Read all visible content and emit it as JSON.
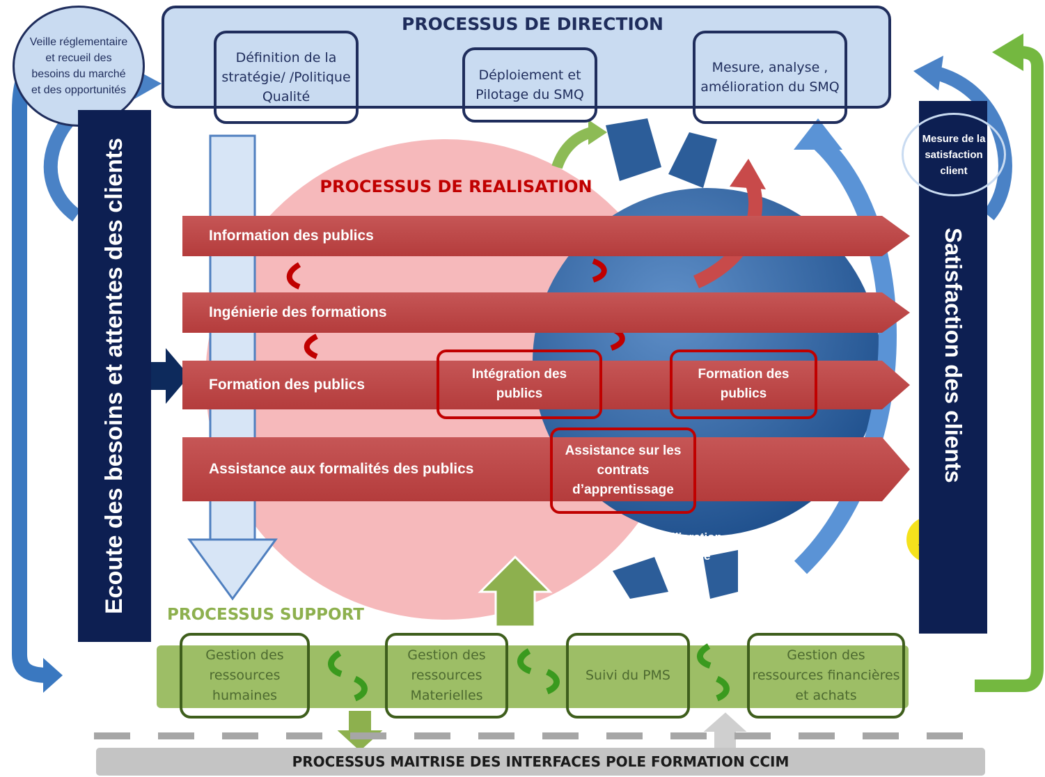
{
  "direction": {
    "title": "PROCESSUS DE DIRECTION",
    "box1": "Définition de la stratégie/ /Politique Qualité",
    "box2": "Déploiement et Pilotage du SMQ",
    "box3": "Mesure, analyse , amélioration du SMQ"
  },
  "veille": "Veille réglementaire et recueil des besoins du marché et des opportunités",
  "left_bar": "Ecoute des besoins et attentes des clients",
  "right_bar": "Satisfaction des clients",
  "mesure": "Mesure de la satisfaction client",
  "realisation": {
    "title": "PROCESSUS DE REALISATION",
    "band1": "Information des publics",
    "band2": "Ingénierie des formations",
    "band3": "Formation des publics",
    "band4": "Assistance aux formalités des publics",
    "integration": "Intégration des publics",
    "formation_box": "Formation des publics",
    "assistance_box": "Assistance sur les contrats d’apprentissage"
  },
  "amelioration": "Amélioration continue",
  "support": {
    "title": "PROCESSUS SUPPORT",
    "box1": "Gestion des ressources humaines",
    "box2": "Gestion des ressources Materielles",
    "box3": "Suivi du PMS",
    "box4": "Gestion des ressources financières et achats"
  },
  "interfaces": "PROCESSUS MAITRISE DES INTERFACES POLE FORMATION CCIM",
  "colors": {
    "navy": "#1f2d5c",
    "red": "#b84040",
    "green": "#8db04e",
    "light_blue": "#c9dbf1"
  }
}
